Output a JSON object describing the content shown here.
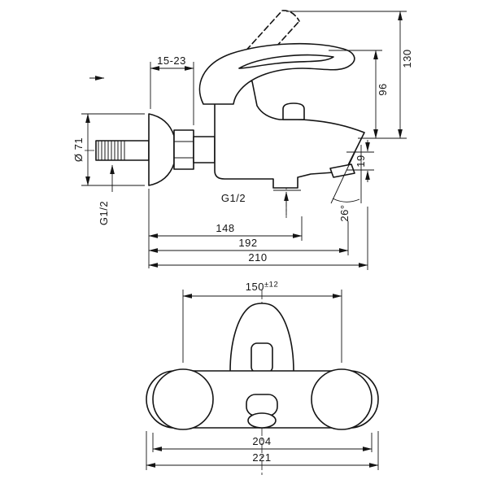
{
  "side_view": {
    "labels": {
      "wall_distance": "15-23",
      "total_height": "130",
      "handle_height": "96",
      "escutcheon_diameter": "Ø 71",
      "outlet_drop": "19",
      "spray_angle": "26°",
      "inlet_thread": "G1/2",
      "shower_thread": "G1/2",
      "reach_148": "148",
      "reach_192": "192",
      "reach_210": "210"
    }
  },
  "front_view": {
    "labels": {
      "center_distance": "150",
      "center_tolerance": "±12",
      "escutcheon_span": "204",
      "total_width": "221"
    }
  }
}
